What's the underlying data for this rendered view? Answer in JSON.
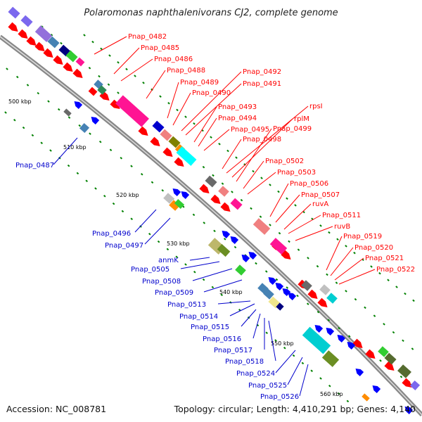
{
  "title": "Polaromonas naphthalenivorans CJ2, complete genome",
  "footer": {
    "accession": "Accession: NC_008781",
    "topology": "Topology: circular; Length: 4,410,291 bp; Genes: 4,140"
  },
  "colors": {
    "backbone": "#888888",
    "forward_label": "#ff0000",
    "reverse_label": "#0000cc",
    "tick": "#008000"
  },
  "scale_labels": [
    "500 kbp",
    "510 kbp",
    "520 kbp",
    "530 kbp",
    "540 kbp",
    "550 kbp",
    "560 kbp"
  ],
  "forward_genes": [
    "Pnap_0482",
    "Pnap_0485",
    "Pnap_0486",
    "Pnap_0488",
    "Pnap_0489",
    "Pnap_0490",
    "Pnap_0492",
    "Pnap_0491",
    "Pnap_0493",
    "Pnap_0494",
    "Pnap_0495",
    "rpsI",
    "rplM",
    "Pnap_0499",
    "Pnap_0498",
    "Pnap_0502",
    "Pnap_0503",
    "Pnap_0506",
    "Pnap_0507",
    "ruvA",
    "Pnap_0511",
    "ruvB",
    "Pnap_0519",
    "Pnap_0520",
    "Pnap_0521",
    "Pnap_0522"
  ],
  "reverse_genes": [
    "Pnap_0487",
    "Pnap_0496",
    "Pnap_0497",
    "anmK",
    "Pnap_0505",
    "Pnap_0508",
    "Pnap_0509",
    "Pnap_0513",
    "Pnap_0514",
    "Pnap_0515",
    "Pnap_0516",
    "Pnap_0517",
    "Pnap_0518",
    "Pnap_0524",
    "Pnap_0525",
    "Pnap_0526"
  ]
}
